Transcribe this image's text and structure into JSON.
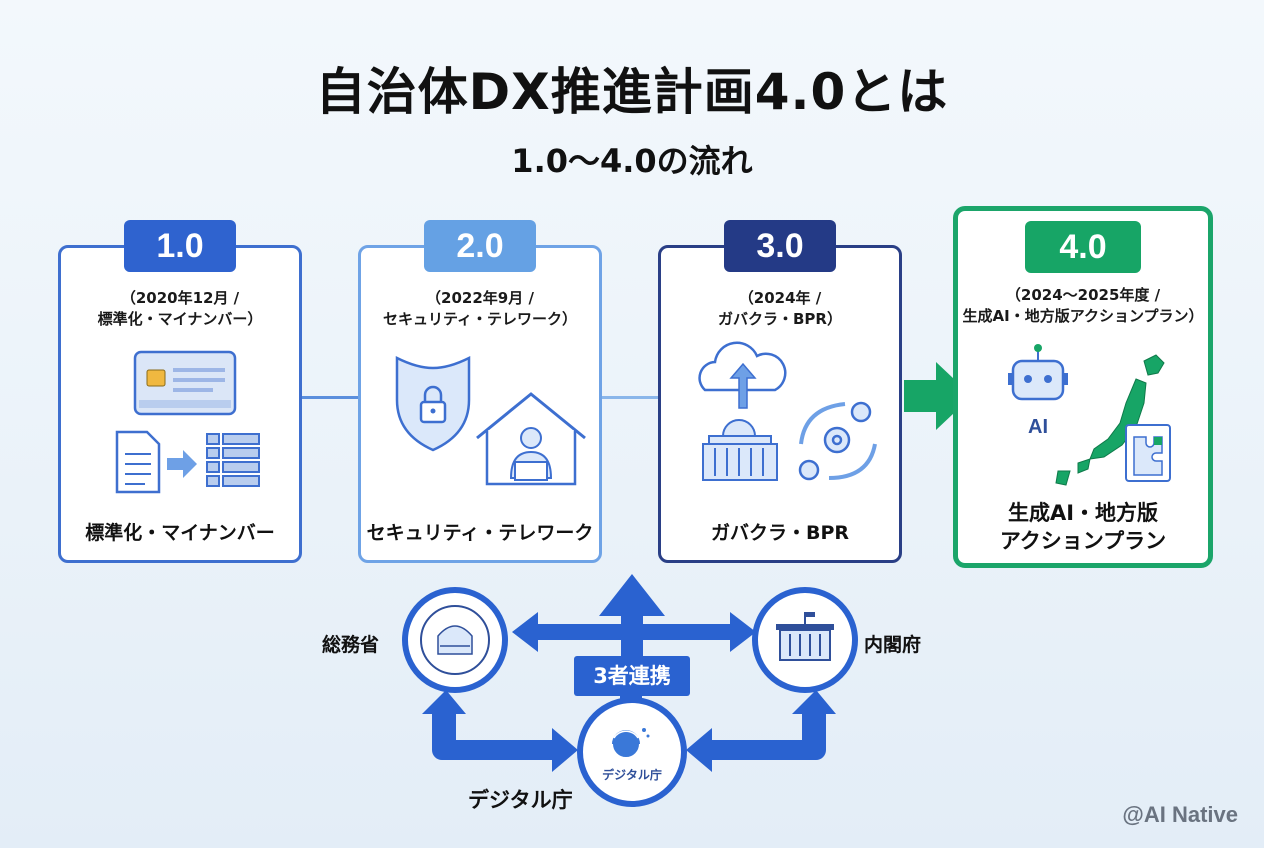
{
  "title": "自治体DX推進計画4.0とは",
  "subtitle": "1.0〜4.0の流れ",
  "versions": [
    {
      "badge": "1.0",
      "sub_line1": "（2020年12月 /",
      "sub_line2": "標準化・マイナンバー）",
      "caption": "標準化・マイナンバー"
    },
    {
      "badge": "2.0",
      "sub_line1": "（2022年9月 /",
      "sub_line2": "セキュリティ・テレワーク）",
      "caption": "セキュリティ・テレワーク"
    },
    {
      "badge": "3.0",
      "sub_line1": "（2024年 /",
      "sub_line2": "ガバクラ・BPR）",
      "caption": "ガバクラ・BPR"
    },
    {
      "badge": "4.0",
      "sub_line1": "（2024〜2025年度 /",
      "sub_line2": "生成AI・地方版アクションプラン）",
      "caption_line1": "生成AI・地方版",
      "caption_line2": "アクションプラン",
      "ai_text": "AI"
    }
  ],
  "collaboration": {
    "center_label": "3者連携",
    "left_label": "総務省",
    "right_label": "内閣府",
    "bottom_label": "デジタル庁",
    "bottom_logo_text": "デジタル庁"
  },
  "watermark": "@AI Native",
  "colors": {
    "v1": "#2f63cf",
    "v2": "#65a1e4",
    "v3": "#243a86",
    "v4": "#17a566",
    "arrow_blue": "#2a62d0"
  }
}
